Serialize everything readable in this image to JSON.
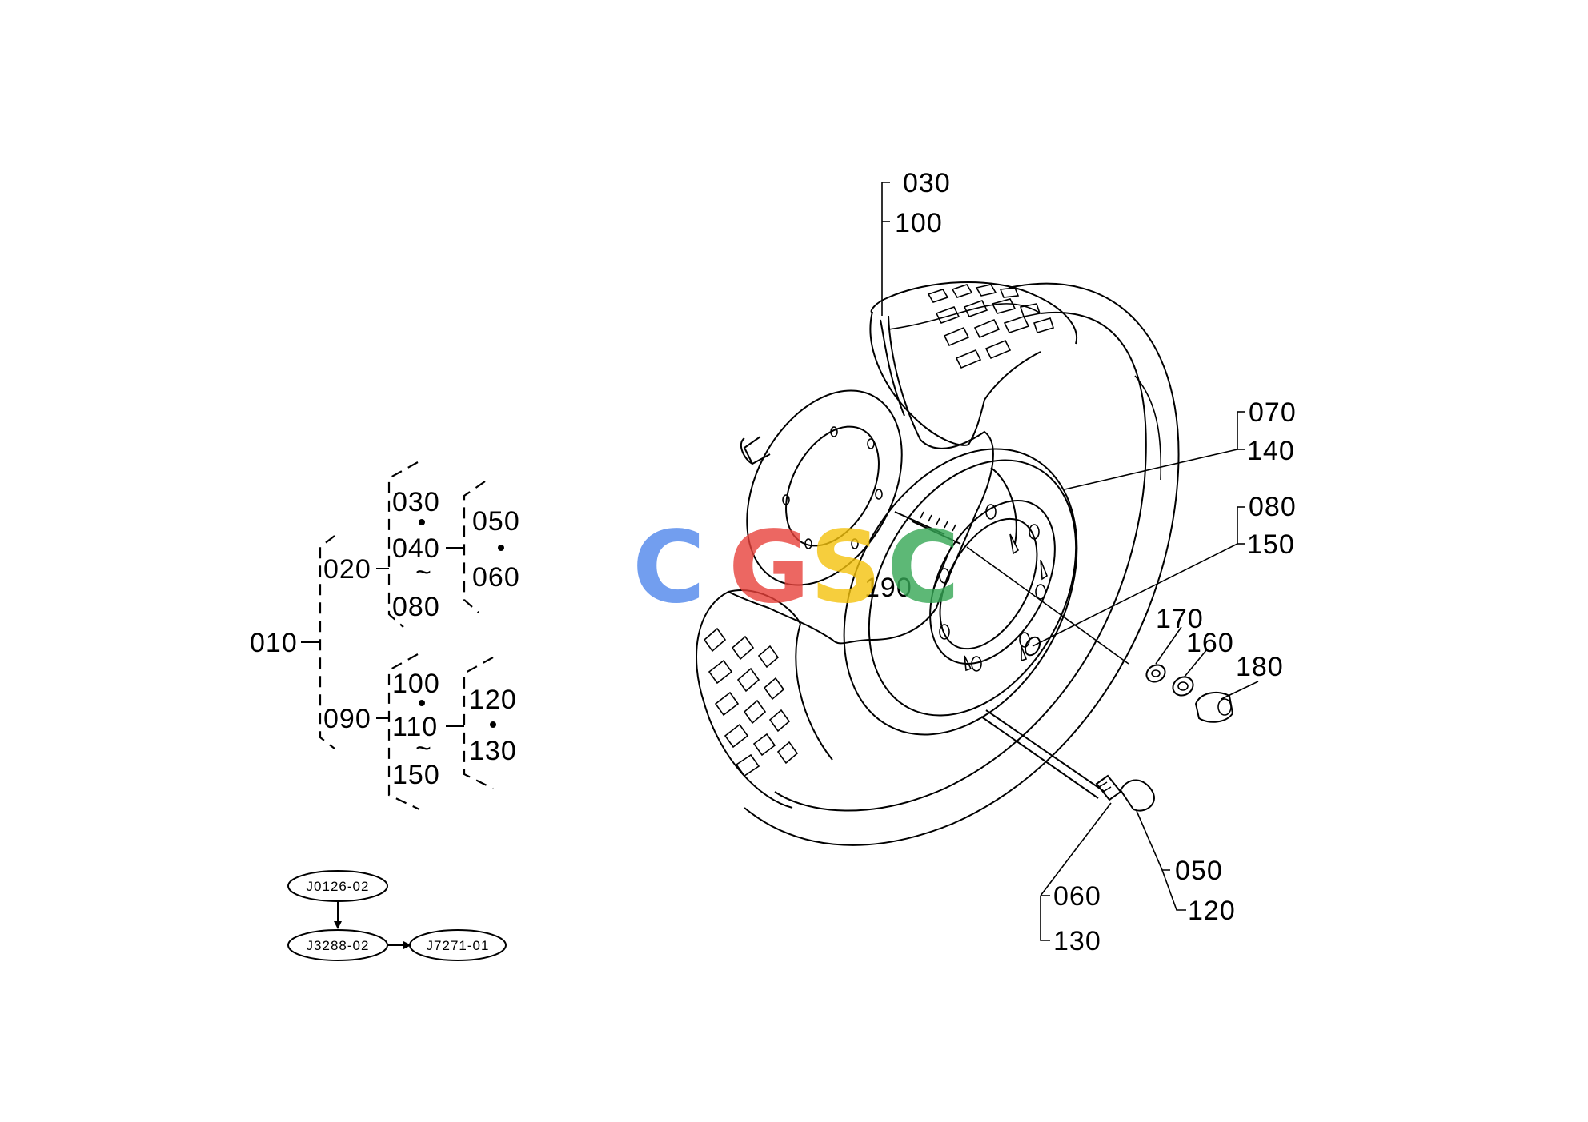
{
  "tree": {
    "root": "010",
    "groups": [
      {
        "id": "020",
        "items": [
          "030",
          "040",
          "080"
        ],
        "range_symbol": "~",
        "sub": [
          "050",
          "060"
        ]
      },
      {
        "id": "090",
        "items": [
          "100",
          "110",
          "150"
        ],
        "range_symbol": "~",
        "sub": [
          "120",
          "130"
        ]
      }
    ]
  },
  "flow": {
    "nodes": [
      "J0126-02",
      "J3288-02",
      "J7271-01"
    ]
  },
  "callouts": {
    "c030": "030",
    "c100": "100",
    "c070": "070",
    "c140": "140",
    "c080": "080",
    "c150": "150",
    "c190": "190",
    "c170": "170",
    "c160": "160",
    "c180": "180",
    "c050": "050",
    "c120": "120",
    "c060": "060",
    "c130": "130"
  },
  "watermark": {
    "letters": [
      "C",
      "G",
      "S",
      "C"
    ],
    "colors": [
      "#4f86ec",
      "#e8423b",
      "#f4c20d",
      "#35a755"
    ]
  }
}
